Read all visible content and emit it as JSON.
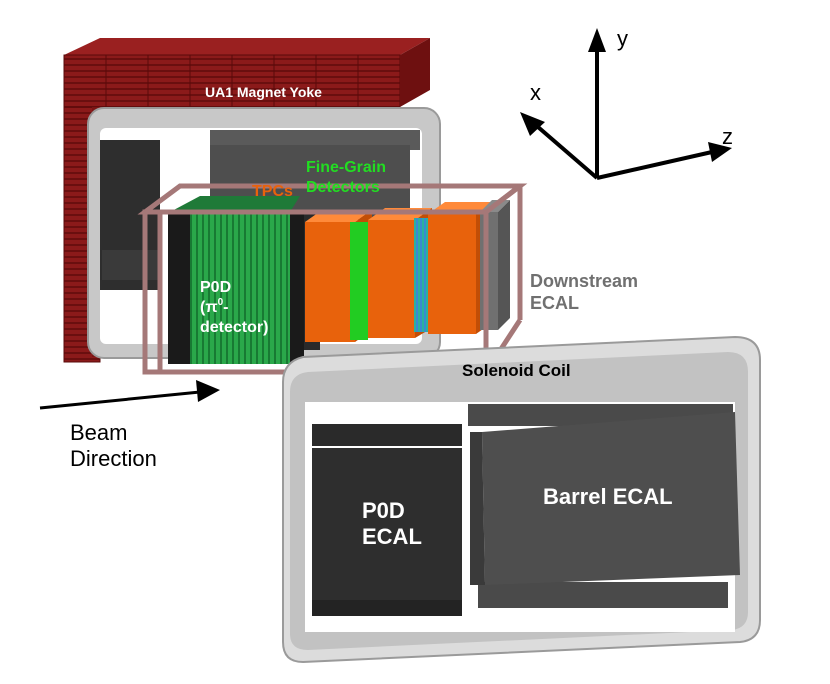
{
  "labels": {
    "magnet_yoke": "UA1 Magnet Yoke",
    "fine_grain": [
      "Fine-Grain",
      "Detectors"
    ],
    "tpcs": "TPCs",
    "p0d": [
      "P0D",
      "(π",
      "0",
      "-",
      "detector)"
    ],
    "downstream_ecal": [
      "Downstream",
      "ECAL"
    ],
    "solenoid_coil": "Solenoid Coil",
    "beam_direction": [
      "Beam",
      "Direction"
    ],
    "p0d_ecal": [
      "P0D",
      "ECAL"
    ],
    "barrel_ecal": "Barrel ECAL"
  },
  "axes": {
    "x": "x",
    "y": "y",
    "z": "z"
  },
  "colors": {
    "yoke": "#8b1a1a",
    "yoke_dark": "#6e1010",
    "coil": "#c8c8c8",
    "coil_dark": "#a8a8a8",
    "ecal_dark": "#2e2e2e",
    "ecal_mid": "#4a4a4a",
    "tpc": "#e8620c",
    "fgd": "#22cc22",
    "p0d": "#2aa84a",
    "frame": "#a57878",
    "downstream_text": "#707070",
    "white": "#ffffff",
    "black": "#000000"
  }
}
